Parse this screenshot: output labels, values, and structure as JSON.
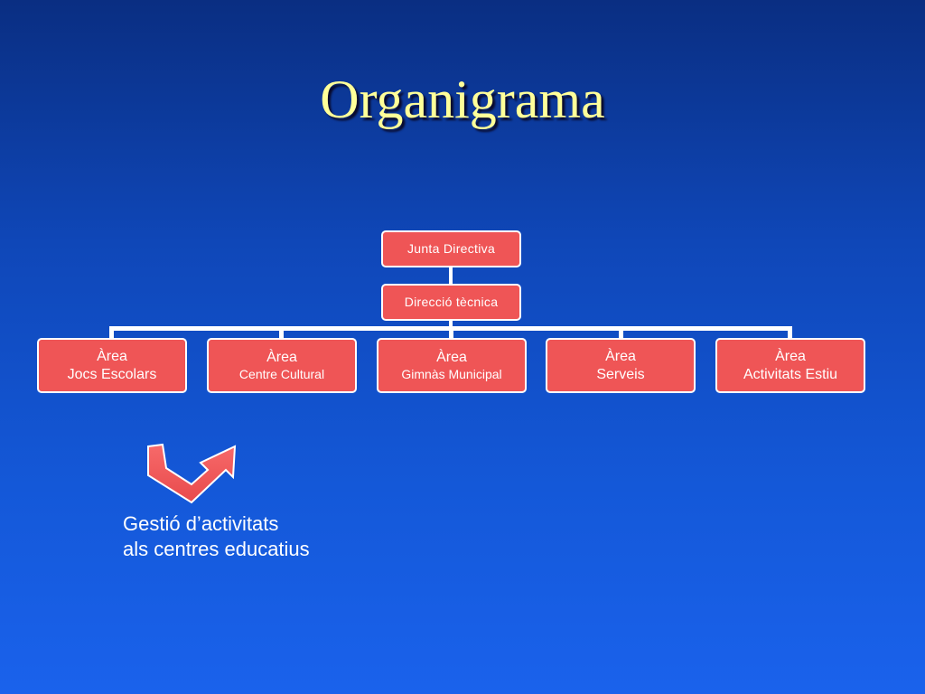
{
  "slide": {
    "title": "Organigrama"
  },
  "org_chart": {
    "root": "Junta Directiva",
    "level2": "Direcció tècnica",
    "areas": [
      {
        "line1": "Àrea",
        "line2": "Jocs Escolars"
      },
      {
        "line1": "Àrea",
        "line2": "Centre Cultural"
      },
      {
        "line1": "Àrea",
        "line2": "Gimnàs Municipal"
      },
      {
        "line1": "Àrea",
        "line2": "Serveis"
      },
      {
        "line1": "Àrea",
        "line2": "Activitats Estiu"
      }
    ]
  },
  "caption": {
    "line1": "Gestió d’activitats",
    "line2": "als centres educatius"
  },
  "colors": {
    "box_fill": "#ef5556",
    "title": "#ffff99",
    "arrow_fill": "#ef5556"
  },
  "icons": {
    "arrow": "bent-double-arrow-icon"
  }
}
